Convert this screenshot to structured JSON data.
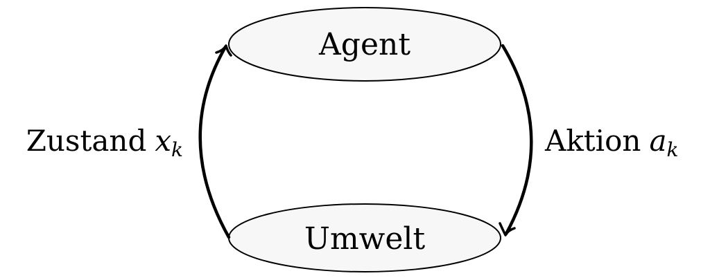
{
  "nodes": {
    "agent": {
      "label": "Agent"
    },
    "environment": {
      "label": "Umwelt"
    }
  },
  "edges": {
    "state": {
      "label": "Zustand",
      "symbol": "x",
      "subscript": "k"
    },
    "action": {
      "label": "Aktion",
      "symbol": "a",
      "subscript": "k"
    }
  },
  "colors": {
    "node_fill": "#f7f7f7",
    "stroke": "#000000"
  }
}
